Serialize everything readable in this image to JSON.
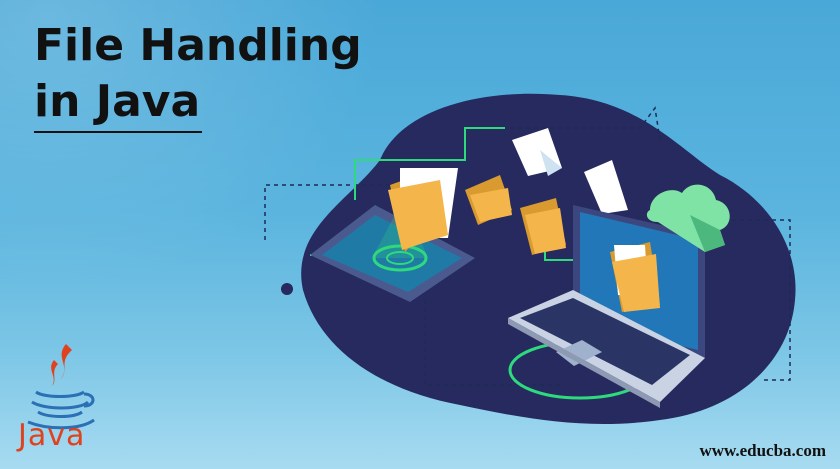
{
  "banner": {
    "title_line1": "File Handling",
    "title_line2": "in Java",
    "logo_text": "Java",
    "site_url": "www.educba.com"
  },
  "colors": {
    "background_top": "#4aa8d8",
    "background_bottom": "#a7dbf1",
    "blob": "#262a5e",
    "folder": "#f4b64a",
    "accent_green": "#2fd97d",
    "cloud": "#7fe3a5",
    "java_red": "#e0421d",
    "java_blue": "#2b6fb5"
  },
  "illustration": {
    "icons": [
      "tablet-icon",
      "laptop-icon",
      "folder-icon",
      "document-icon",
      "cloud-icon"
    ]
  }
}
